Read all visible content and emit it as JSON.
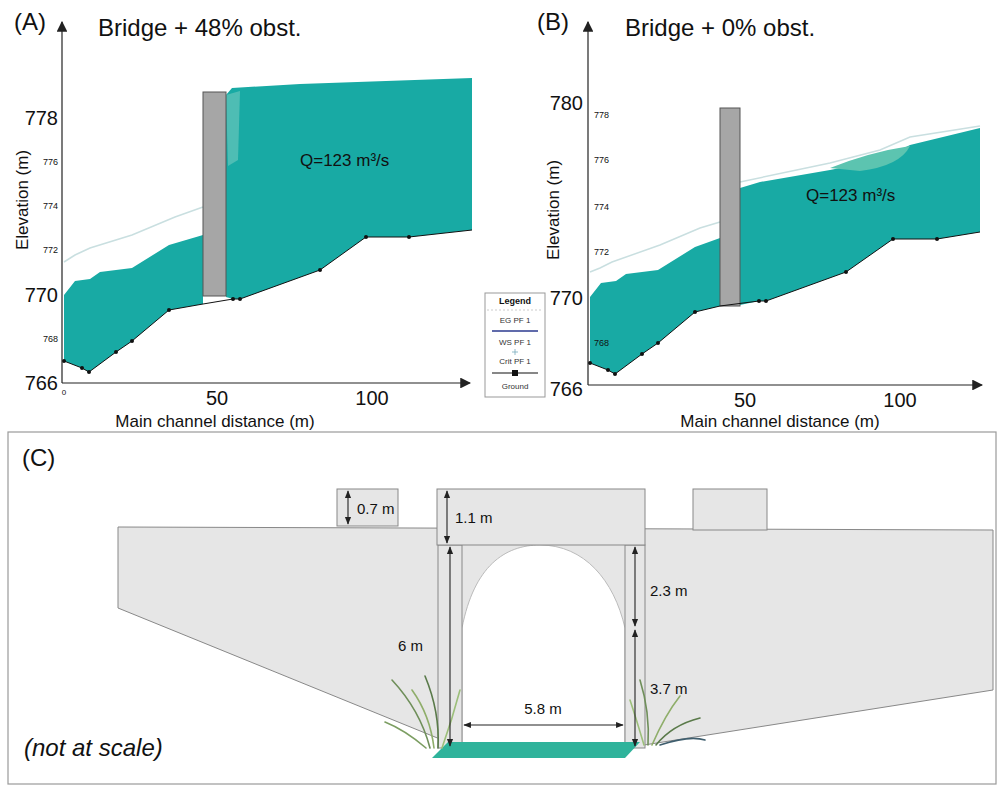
{
  "diagram": {
    "labels": [
      "(A)",
      "Bridge + 48% obst.",
      "778",
      "776",
      "774",
      "772",
      "770",
      "768",
      "766",
      "0",
      "50",
      "100",
      "Elevation (m)",
      "Main channel distance (m)",
      "Q=123 m³/s",
      "(B)",
      "Bridge + 0% obst.",
      "780",
      "778",
      "776",
      "774",
      "772",
      "770",
      "768",
      "766",
      "50",
      "100",
      "Elevation (m)",
      "Main channel distance (m)",
      "Q=123 m³/s",
      "Legend",
      "(C)",
      "0.7 m",
      "1.1 m",
      "2.3 m",
      "6 m",
      "3.7 m",
      "5.8 m",
      "(not at scale)"
    ],
    "legend": [
      {
        "text": "EG PF 1"
      },
      {
        "text": "WS PF 1"
      },
      {
        "text": "Crit PF 1"
      },
      {
        "text": "Ground"
      }
    ]
  }
}
